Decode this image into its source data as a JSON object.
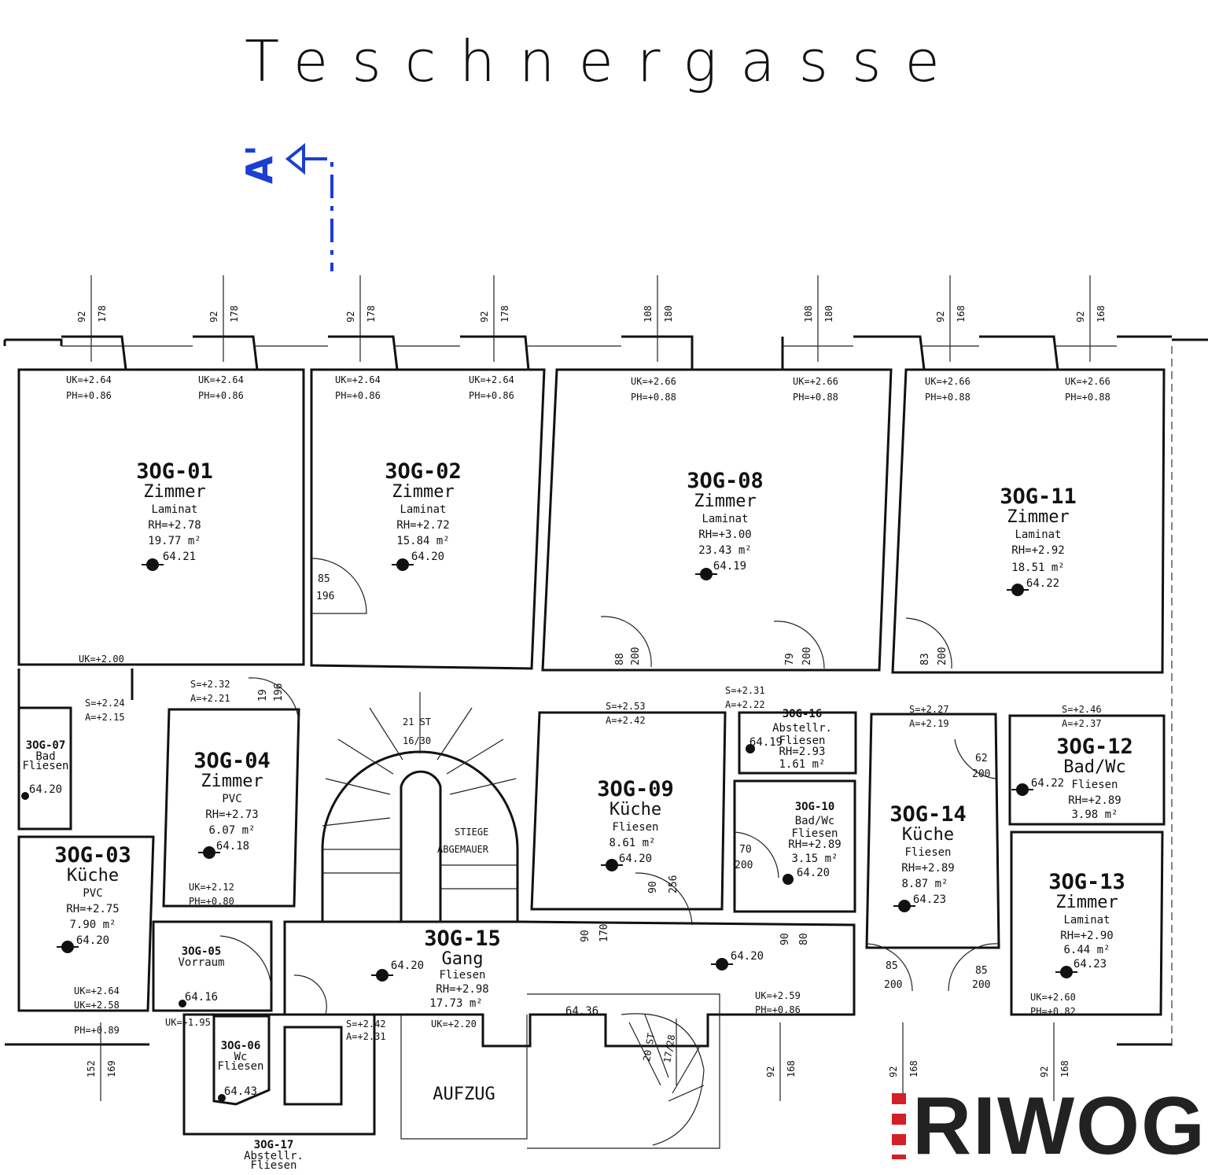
{
  "street": "Teschnergasse",
  "section_marker": "A'",
  "logo": "RIWOG",
  "colors": {
    "section_marker": "#1a3fd1",
    "logo_red": "#d41f27",
    "logo_text": "#222222"
  },
  "rooms": [
    {
      "id": "3OG-01",
      "type": "Zimmer",
      "floor": "Laminat",
      "rh": "RH=+2.78",
      "area": "19.77 m²",
      "level": "64.21"
    },
    {
      "id": "3OG-02",
      "type": "Zimmer",
      "floor": "Laminat",
      "rh": "RH=+2.72",
      "area": "15.84 m²",
      "level": "64.20"
    },
    {
      "id": "3OG-08",
      "type": "Zimmer",
      "floor": "Laminat",
      "rh": "RH=+3.00",
      "area": "23.43 m²",
      "level": "64.19"
    },
    {
      "id": "3OG-11",
      "type": "Zimmer",
      "floor": "Laminat",
      "rh": "RH=+2.92",
      "area": "18.51 m²",
      "level": "64.22"
    },
    {
      "id": "3OG-04",
      "type": "Zimmer",
      "floor": "PVC",
      "rh": "RH=+2.73",
      "area": "6.07 m²",
      "level": "64.18"
    },
    {
      "id": "3OG-03",
      "type": "Küche",
      "floor": "PVC",
      "rh": "RH=+2.75",
      "area": "7.90 m²",
      "level": "64.20"
    },
    {
      "id": "3OG-09",
      "type": "Küche",
      "floor": "Fliesen",
      "rh": "",
      "area": "8.61 m²",
      "level": "64.20"
    },
    {
      "id": "3OG-14",
      "type": "Küche",
      "floor": "Fliesen",
      "rh": "RH=+2.89",
      "area": "8.87 m²",
      "level": "64.23"
    },
    {
      "id": "3OG-12",
      "type": "Bad/Wc",
      "floor": "Fliesen",
      "rh": "RH=+2.89",
      "area": "3.98 m²",
      "level": "64.22"
    },
    {
      "id": "3OG-13",
      "type": "Zimmer",
      "floor": "Laminat",
      "rh": "RH=+2.90",
      "area": "6.44 m²",
      "level": "64.23"
    },
    {
      "id": "3OG-15",
      "type": "Gang",
      "floor": "Fliesen",
      "rh": "RH=+2.98",
      "area": "17.73 m²",
      "level": "64.20"
    }
  ],
  "small_rooms": [
    {
      "id": "3OG-16",
      "type": "Abstellr.",
      "floor": "Fliesen",
      "rh": "RH=2.93",
      "area": "1.61 m²",
      "level": "64.19"
    },
    {
      "id": "3OG-10",
      "type": "Bad/Wc",
      "floor": "Fliesen",
      "rh": "RH=+2.89",
      "area": "3.15 m²",
      "level": "64.20"
    },
    {
      "id": "3OG-07",
      "type": "Bad",
      "floor": "Fliesen",
      "level": "64.20"
    },
    {
      "id": "3OG-05",
      "type": "Vorraum",
      "level": "64.16"
    },
    {
      "id": "3OG-06",
      "type": "Wc",
      "floor": "Fliesen",
      "level": "64.43"
    },
    {
      "id": "3OG-17",
      "type": "Abstellr.",
      "floor": "Fliesen"
    }
  ],
  "window_labels": {
    "uk264": "UK=+2.64",
    "ph086": "PH=+0.86",
    "uk266": "UK=+2.66",
    "ph088": "PH=+0.88",
    "uk200": "UK=+2.00",
    "uk212": "UK=+2.12",
    "ph080": "PH=+0.80",
    "uk259": "UK=+2.59",
    "ph086b": "PH=+0.86",
    "uk260": "UK=+2.60",
    "ph082": "PH=+0.82",
    "uk195": "UK=+1.95",
    "uk220": "UK=+2.20",
    "ph089": "PH=+0.89",
    "uk258": "UK=+2.58"
  },
  "window_dims": [
    {
      "a": "92",
      "b": "178"
    },
    {
      "a": "92",
      "b": "178"
    },
    {
      "a": "92",
      "b": "178"
    },
    {
      "a": "92",
      "b": "178"
    },
    {
      "a": "108",
      "b": "180"
    },
    {
      "a": "108",
      "b": "180"
    },
    {
      "a": "92",
      "b": "168"
    },
    {
      "a": "92",
      "b": "168"
    }
  ],
  "bottom_dims": [
    {
      "a": "152",
      "b": "169"
    },
    {
      "a": "92",
      "b": "168"
    },
    {
      "a": "92",
      "b": "168"
    },
    {
      "a": "92",
      "b": "168"
    }
  ],
  "door_labels": {
    "d1a": "85",
    "d1b": "196",
    "d2a": "88",
    "d2b": "200",
    "d3a": "79",
    "d3b": "200",
    "d4a": "83",
    "d4b": "200",
    "d5a": "62",
    "d5b": "200",
    "d6a": "70",
    "d6b": "200",
    "d7a": "90",
    "d7b": "256",
    "d8a": "85",
    "d8b": "200",
    "d9a": "85",
    "d9b": "200",
    "d10a": "19",
    "d10b": "196",
    "d11a": "90",
    "d11b": "170",
    "d12a": "90",
    "d12b": "80"
  },
  "sill_labels": {
    "s1": "S=+2.32",
    "a1": "A=+2.21",
    "s2": "S=+2.24",
    "a2": "A=+2.15",
    "s3": "S=+2.53",
    "a3": "A=+2.42",
    "s4": "S=+2.31",
    "a4": "A=+2.22",
    "s5": "S=+2.27",
    "a5": "A=+2.19",
    "s6": "S=+2.46",
    "a6": "A=+2.37",
    "s7": "S=+2.42",
    "a7": "A=+2.31"
  },
  "stair": {
    "steps": "21 ST",
    "ratio": "16/30",
    "note1": "STIEGE",
    "note2": "ABGEMAUER",
    "steps2": "20 ST",
    "ratio2": "17/28",
    "lvl": "64.36"
  },
  "elevator": "AUFZUG"
}
